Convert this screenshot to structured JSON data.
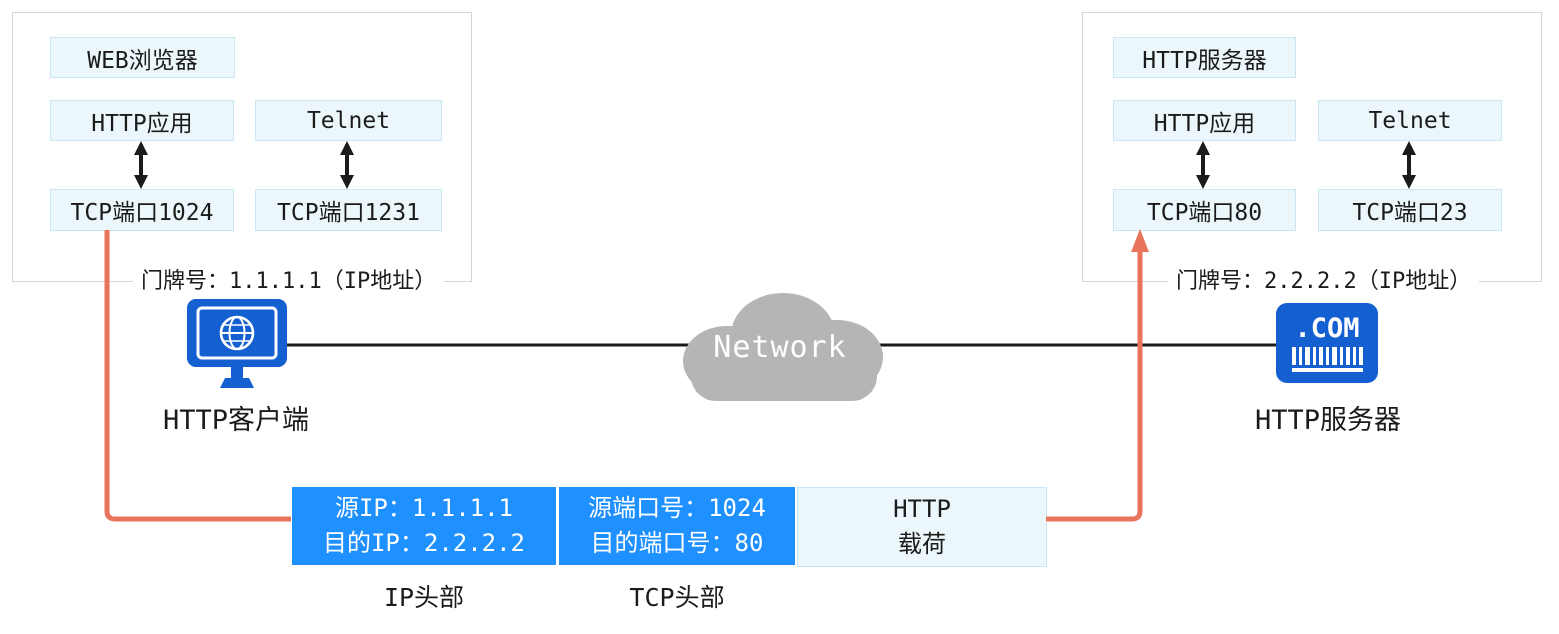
{
  "client_panel": {
    "browser": "WEB浏览器",
    "http_app": "HTTP应用",
    "telnet": "Telnet",
    "tcp_port_http": "TCP端口1024",
    "tcp_port_telnet": "TCP端口1231",
    "address_label": "门牌号：1.1.1.1（IP地址）"
  },
  "server_panel": {
    "server": "HTTP服务器",
    "http_app": "HTTP应用",
    "telnet": "Telnet",
    "tcp_port_http": "TCP端口80",
    "tcp_port_telnet": "TCP端口23",
    "address_label": "门牌号：2.2.2.2（IP地址）"
  },
  "network": {
    "cloud_label": "Network",
    "client_label": "HTTP客户端",
    "server_label": "HTTP服务器",
    "server_icon_text": ".COM"
  },
  "packet": {
    "ip_header": {
      "line1": "源IP：1.1.1.1",
      "line2": "目的IP：2.2.2.2",
      "caption": "IP头部"
    },
    "tcp_header": {
      "line1": "源端口号：1024",
      "line2": "目的端口号：80",
      "caption": "TCP头部"
    },
    "payload": {
      "line1": "HTTP",
      "line2": "载荷"
    }
  },
  "colors": {
    "packet_blue": "#1e90ff",
    "light_blue_bg": "#ecf7fb",
    "light_blue_border": "#c9e6f2",
    "arrow_orange": "#e8745c",
    "cloud_gray": "#b5b5b5",
    "icon_blue": "#1560d0",
    "line_black": "#1b1b1b"
  }
}
